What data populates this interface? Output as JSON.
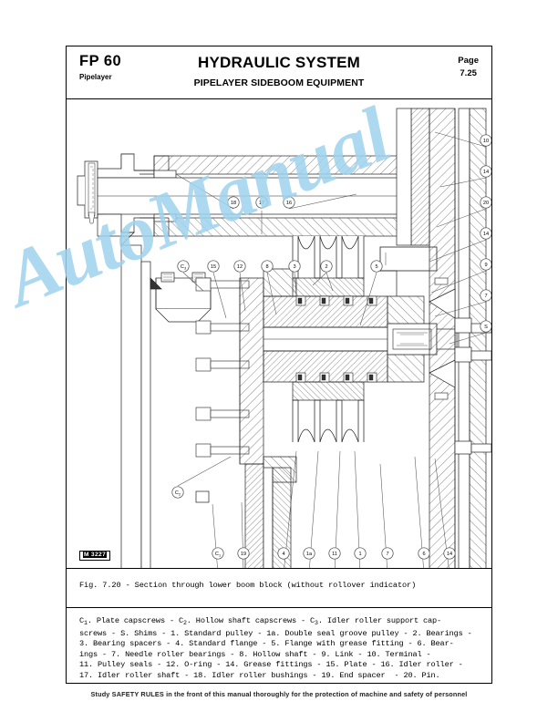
{
  "header": {
    "model": "FP 60",
    "model_sub": "Pipelayer",
    "title": "HYDRAULIC SYSTEM",
    "subtitle": "PIPELAYER SIDEBOOM EQUIPMENT",
    "page_label": "Page",
    "page_number": "7.25"
  },
  "figure": {
    "caption": "Fig. 7.20 - Section through lower boom block (without rollover indicator)",
    "code_prefix": "M",
    "code_number": "3227",
    "watermark": "AutoManual",
    "watermark_color": "#9ed3ee",
    "callouts_top": [
      "18",
      "17",
      "16"
    ],
    "callouts_right": [
      "10",
      "14",
      "20",
      "14",
      "9",
      "7",
      "S"
    ],
    "callouts_middle": [
      "C3",
      "15",
      "12",
      "8",
      "3",
      "2",
      "5"
    ],
    "callouts_bottom": [
      "C1",
      "19",
      "4",
      "1a",
      "11",
      "1",
      "7",
      "6",
      "14"
    ],
    "callout_left": "C2"
  },
  "legend": {
    "line1_a": "C",
    "line1_a_sub": "1",
    "line1_b": ". Plate capscrews - C",
    "line1_c_sub": "2",
    "line1_d": ". Hollow shaft capscrews - C",
    "line1_e_sub": "3",
    "line1_f": ". Idler roller support cap-",
    "line2": "screws - S. Shims - 1. Standard pulley - 1a. Double seal groove pulley - 2. Bearings -",
    "line3": "3. Bearing spacers - 4. Standard flange - 5. Flange with grease fitting - 6. Bear-",
    "line4": "ings - 7. Needle roller bearings - 8. Hollow shaft - 9. Link - 10. Terminal -",
    "line5": "11. Pulley seals - 12. O-ring - 14. Grease fittings - 15. Plate - 16. Idler roller -",
    "line6": "17. Idler roller shaft - 18. Idler roller bushings - 19. End spacer  - 20. Pin."
  },
  "footer": {
    "text": "Study SAFETY RULES in the front of this manual thoroughly for the protection of machine and safety of personnel"
  }
}
